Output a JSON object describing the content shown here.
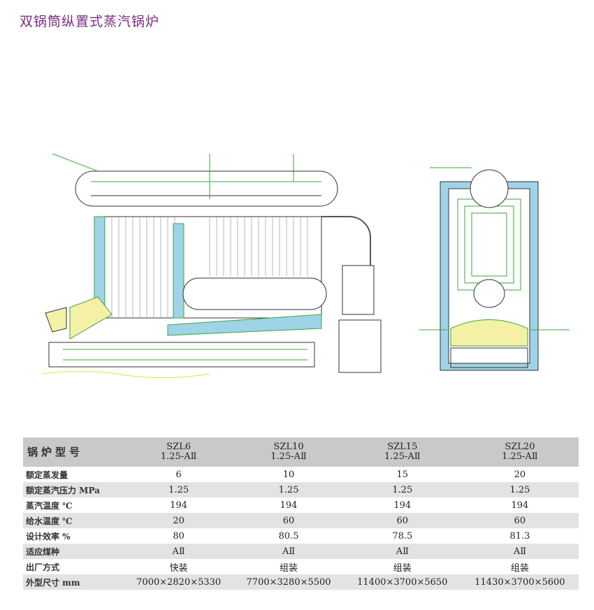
{
  "title": "双锅筒纵置式蒸汽锅炉",
  "table": {
    "header_label": "锅炉型号",
    "models": [
      {
        "name": "SZL6",
        "spec": "1.25-AⅡ"
      },
      {
        "name": "SZL10",
        "spec": "1.25-AⅡ"
      },
      {
        "name": "SZL15",
        "spec": "1.25-AⅡ"
      },
      {
        "name": "SZL20",
        "spec": "1.25-AⅡ"
      }
    ],
    "rows": [
      {
        "label": "额定蒸发量",
        "values": [
          "6",
          "10",
          "15",
          "20"
        ]
      },
      {
        "label": "额定蒸汽压力 MPa",
        "values": [
          "1.25",
          "1.25",
          "1.25",
          "1.25"
        ]
      },
      {
        "label": "蒸汽温度 ℃",
        "values": [
          "194",
          "194",
          "194",
          "194"
        ]
      },
      {
        "label": "给水温度 ℃",
        "values": [
          "20",
          "60",
          "60",
          "60"
        ]
      },
      {
        "label": "设计效率 %",
        "values": [
          "80",
          "80.5",
          "78.5",
          "81.3"
        ]
      },
      {
        "label": "适应煤种",
        "values": [
          "AⅡ",
          "AⅡ",
          "AⅡ",
          "AⅡ"
        ]
      },
      {
        "label": "出厂方式",
        "values": [
          "快装",
          "组装",
          "组装",
          "组装"
        ]
      },
      {
        "label": "外型尺寸 mm",
        "values": [
          "7000×2820×5330",
          "7700×3280×5500",
          "11400×3700×5650",
          "11430×3700×5600"
        ]
      }
    ]
  },
  "colors": {
    "title": "#7b2c82",
    "header_bg": "#c9c9c9",
    "row_alt_bg": "#e3e3e3",
    "drawing_line": "#3aa63a",
    "insulation": "#9fd3e8",
    "refractory": "#f4f0a6"
  }
}
